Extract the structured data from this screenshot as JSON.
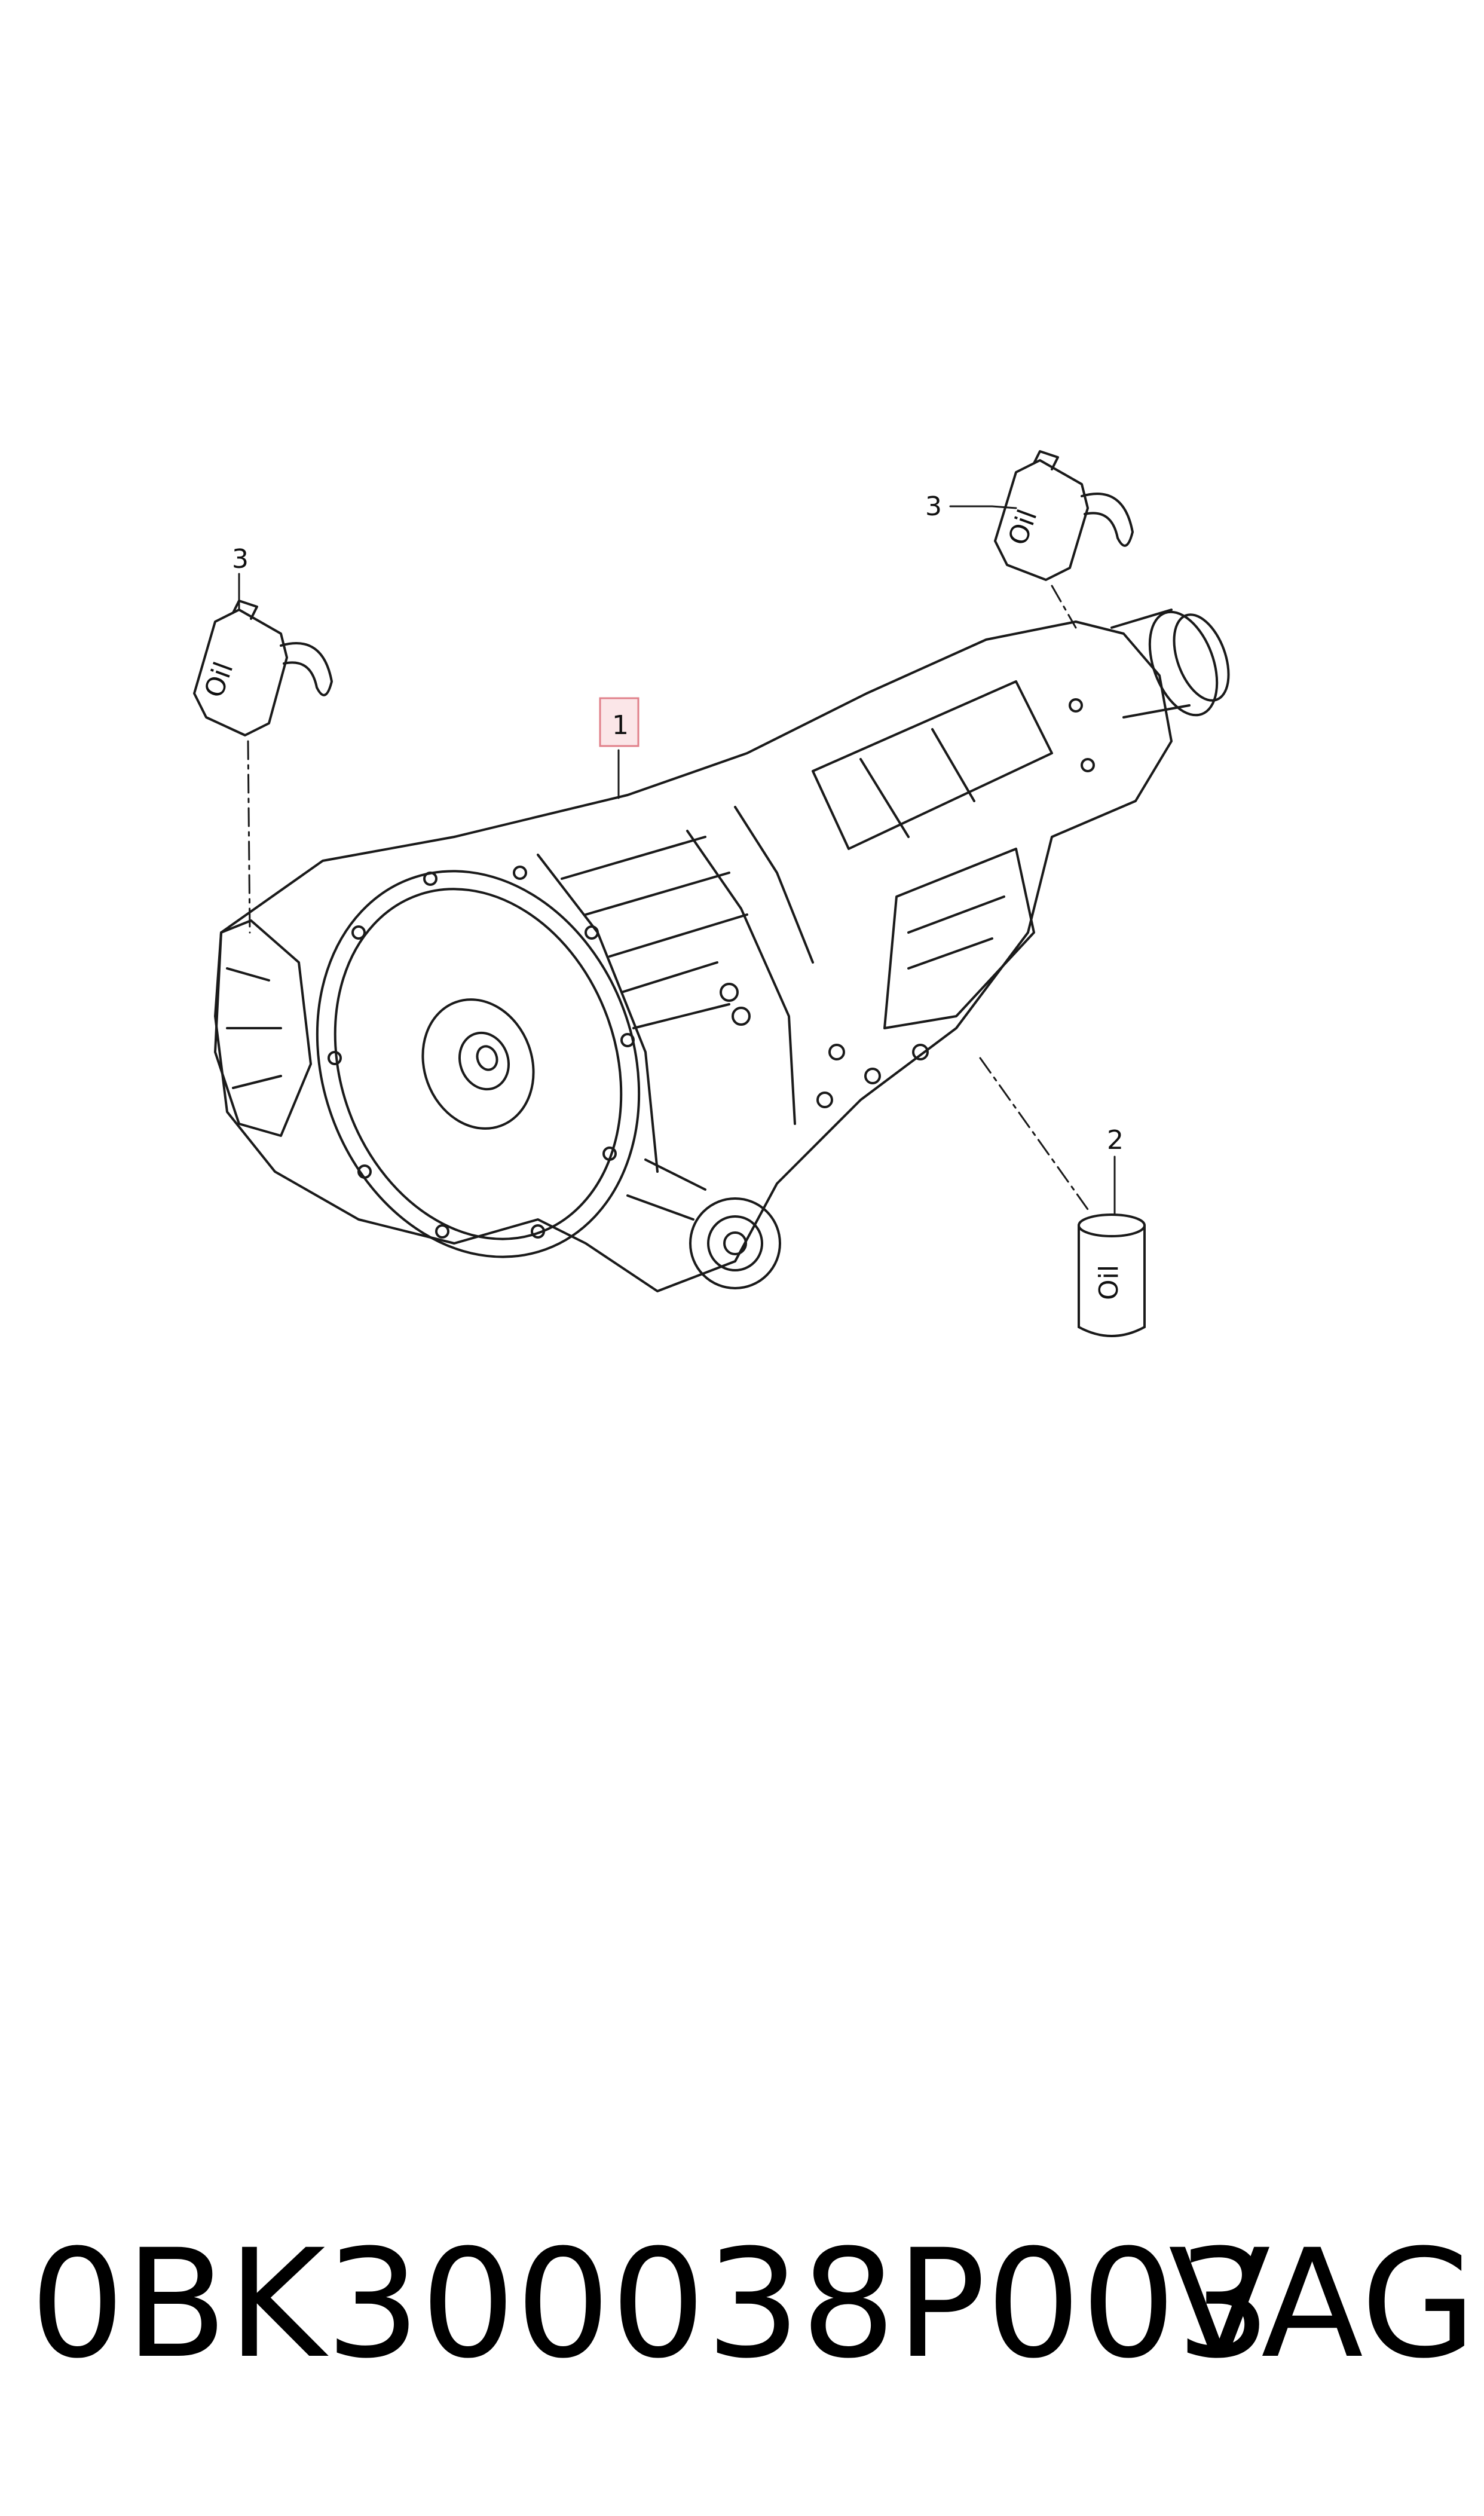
{
  "callouts": {
    "item1": "1",
    "item2": "2",
    "item3_left": "3",
    "item3_right": "3"
  },
  "labels": {
    "oil_text": "Oil"
  },
  "footer": {
    "part_number": "0BK300038P003",
    "brand": "VAG"
  },
  "colors": {
    "line": "#1a1a1a",
    "highlight_box": "#e0808a",
    "highlight_fill": "#fbe6e8"
  }
}
